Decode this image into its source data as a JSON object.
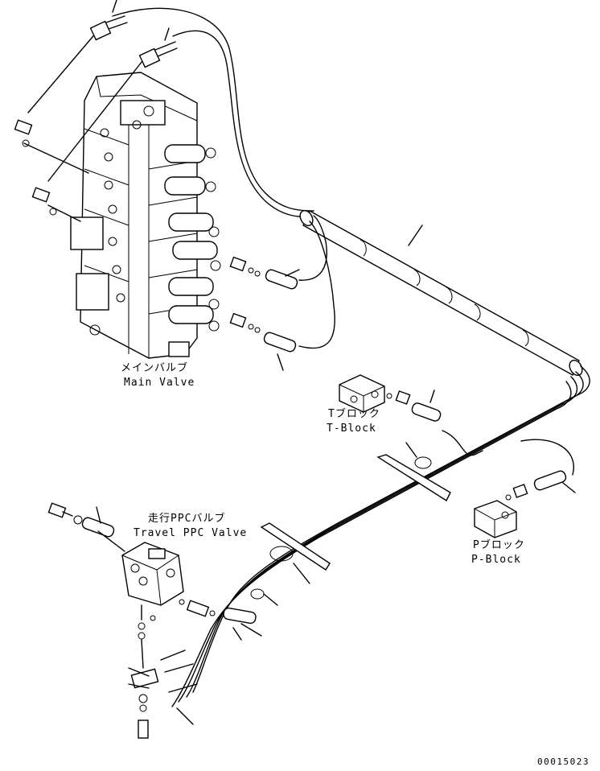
{
  "labels": {
    "main_valve_jp": "メインバルブ",
    "main_valve_en": "Main Valve",
    "t_block_jp": "Tブロック",
    "t_block_en": "T-Block",
    "travel_ppc_jp": "走行PPCバルブ",
    "travel_ppc_en": "Travel PPC Valve",
    "p_block_jp": "Pブロック",
    "p_block_en": "P-Block",
    "drawing_number": "00015023"
  }
}
